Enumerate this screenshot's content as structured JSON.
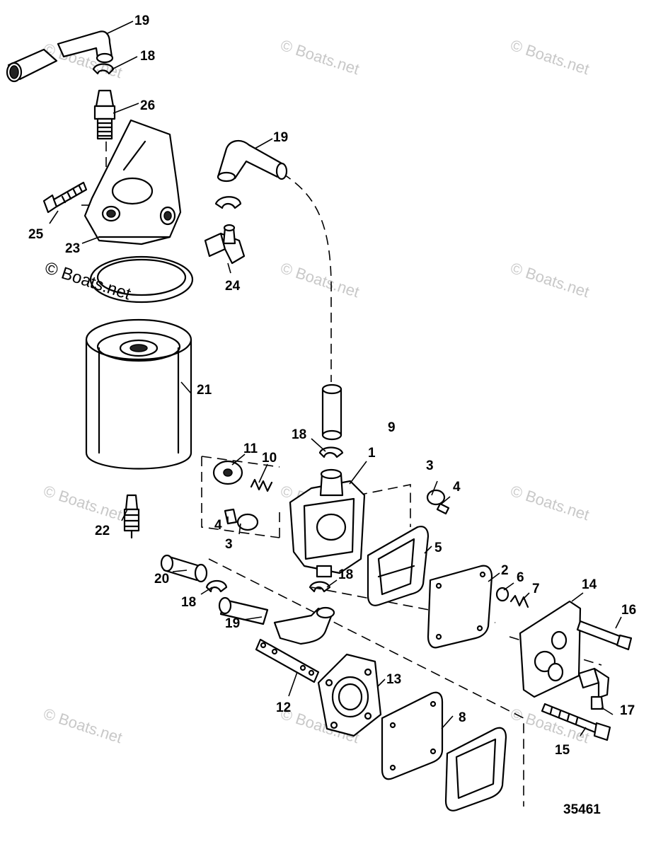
{
  "watermark": "© Boats.net",
  "figure_number": "35461",
  "callouts": {
    "c19a": "19",
    "c18a": "18",
    "c26": "26",
    "c19b": "19",
    "c25": "25",
    "c23": "23",
    "c24": "24",
    "c21": "21",
    "c22": "22",
    "c9": "9",
    "c18b": "18",
    "c11": "11",
    "c10": "10",
    "c1": "1",
    "c3a": "3",
    "c4a": "4",
    "c4b": "4",
    "c3b": "3",
    "c5": "5",
    "c2": "2",
    "c6": "6",
    "c7": "7",
    "c14": "14",
    "c16": "16",
    "c20": "20",
    "c18c": "18",
    "c18d": "18",
    "c19c": "19",
    "c13": "13",
    "c12": "12",
    "c8": "8",
    "c17": "17",
    "c15": "15"
  }
}
